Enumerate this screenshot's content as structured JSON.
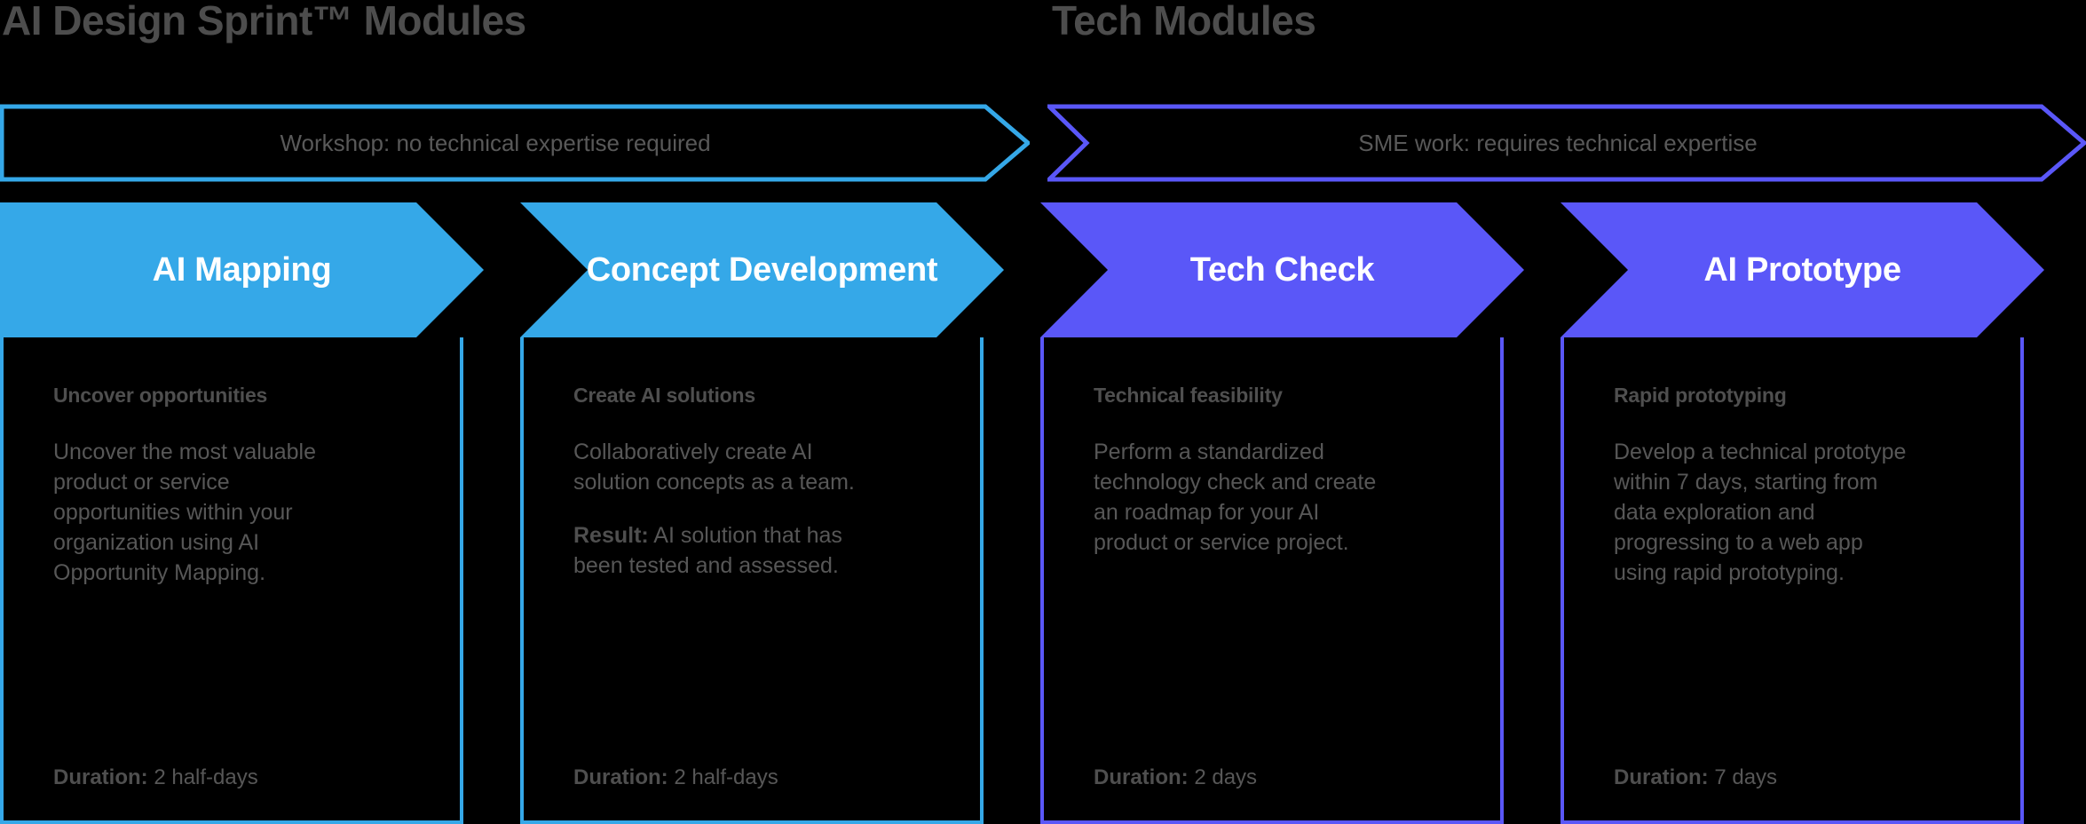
{
  "sections": {
    "left_title": "AI Design Sprint™ Modules",
    "right_title": "Tech Modules"
  },
  "banners": [
    {
      "label": "Workshop: no technical expertise required",
      "color": "#35a8e8"
    },
    {
      "label": "SME work: requires technical expertise",
      "color": "#5a57f8"
    }
  ],
  "colors": {
    "cyan": "#35a8e8",
    "purple": "#5a57f8",
    "background": "#000000",
    "heading_gray": "#4d4d4d",
    "body_gray": "#575757"
  },
  "modules": [
    {
      "title": "AI Mapping",
      "accent": "#35a8e8",
      "lead": "Uncover opportunities",
      "paragraphs": [
        {
          "bold": "",
          "text": "Uncover the most valuable product or service opportunities within your organization using AI Opportunity Mapping."
        }
      ],
      "duration_label": "Duration:",
      "duration_value": "2 half-days"
    },
    {
      "title": "Concept Development",
      "accent": "#35a8e8",
      "lead": "Create AI solutions",
      "paragraphs": [
        {
          "bold": "",
          "text": "Collaboratively create AI solution concepts as a team."
        },
        {
          "bold": "Result:",
          "text": " AI solution that has been tested and assessed."
        }
      ],
      "duration_label": "Duration:",
      "duration_value": "2 half-days"
    },
    {
      "title": "Tech Check",
      "accent": "#5a57f8",
      "lead": "Technical feasibility",
      "paragraphs": [
        {
          "bold": "",
          "text": "Perform a standardized technology check and create an roadmap for your AI product or service project."
        }
      ],
      "duration_label": "Duration:",
      "duration_value": "2 days"
    },
    {
      "title": "AI Prototype",
      "accent": "#5a57f8",
      "lead": "Rapid prototyping",
      "paragraphs": [
        {
          "bold": "",
          "text": "Develop a technical prototype within 7 days, starting from data exploration and progressing to a web app using rapid prototyping."
        }
      ],
      "duration_label": "Duration:",
      "duration_value": "7 days"
    }
  ]
}
